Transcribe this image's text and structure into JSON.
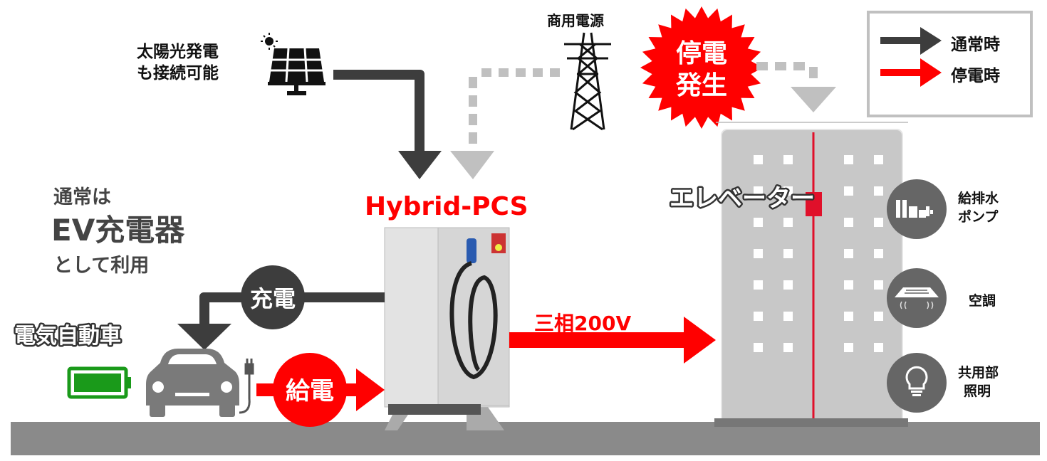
{
  "solar": {
    "line1": "太陽光発電",
    "line2": "も接続可能"
  },
  "grid": {
    "label": "商用電源"
  },
  "outage_badge": {
    "line1": "停電",
    "line2": "発生"
  },
  "legend": {
    "normal": "通常時",
    "outage": "停電時"
  },
  "device": {
    "name": "Hybrid-PCS"
  },
  "usage_note": {
    "line1": "通常は",
    "line2": "EV充電器",
    "line3": "として利用"
  },
  "flows": {
    "charge": "充電",
    "supply": "給電",
    "three_phase": "三相200V"
  },
  "vehicle": {
    "label": "電気自動車"
  },
  "building": {
    "elevator": "エレベーター",
    "loads": [
      {
        "line1": "給排水",
        "line2": "ポンプ",
        "icon": "pump-icon"
      },
      {
        "line1": "空調",
        "line2": "",
        "icon": "air-conditioner-icon"
      },
      {
        "line1": "共用部",
        "line2": "照明",
        "icon": "light-bulb-icon"
      }
    ]
  },
  "colors": {
    "normal": "#3d3d3d",
    "outage": "#ff0000",
    "grid_line": "#c0c0c0",
    "battery": "#1a9a1a",
    "building": "#c8c8c8",
    "ground": "#8a8a8a"
  }
}
